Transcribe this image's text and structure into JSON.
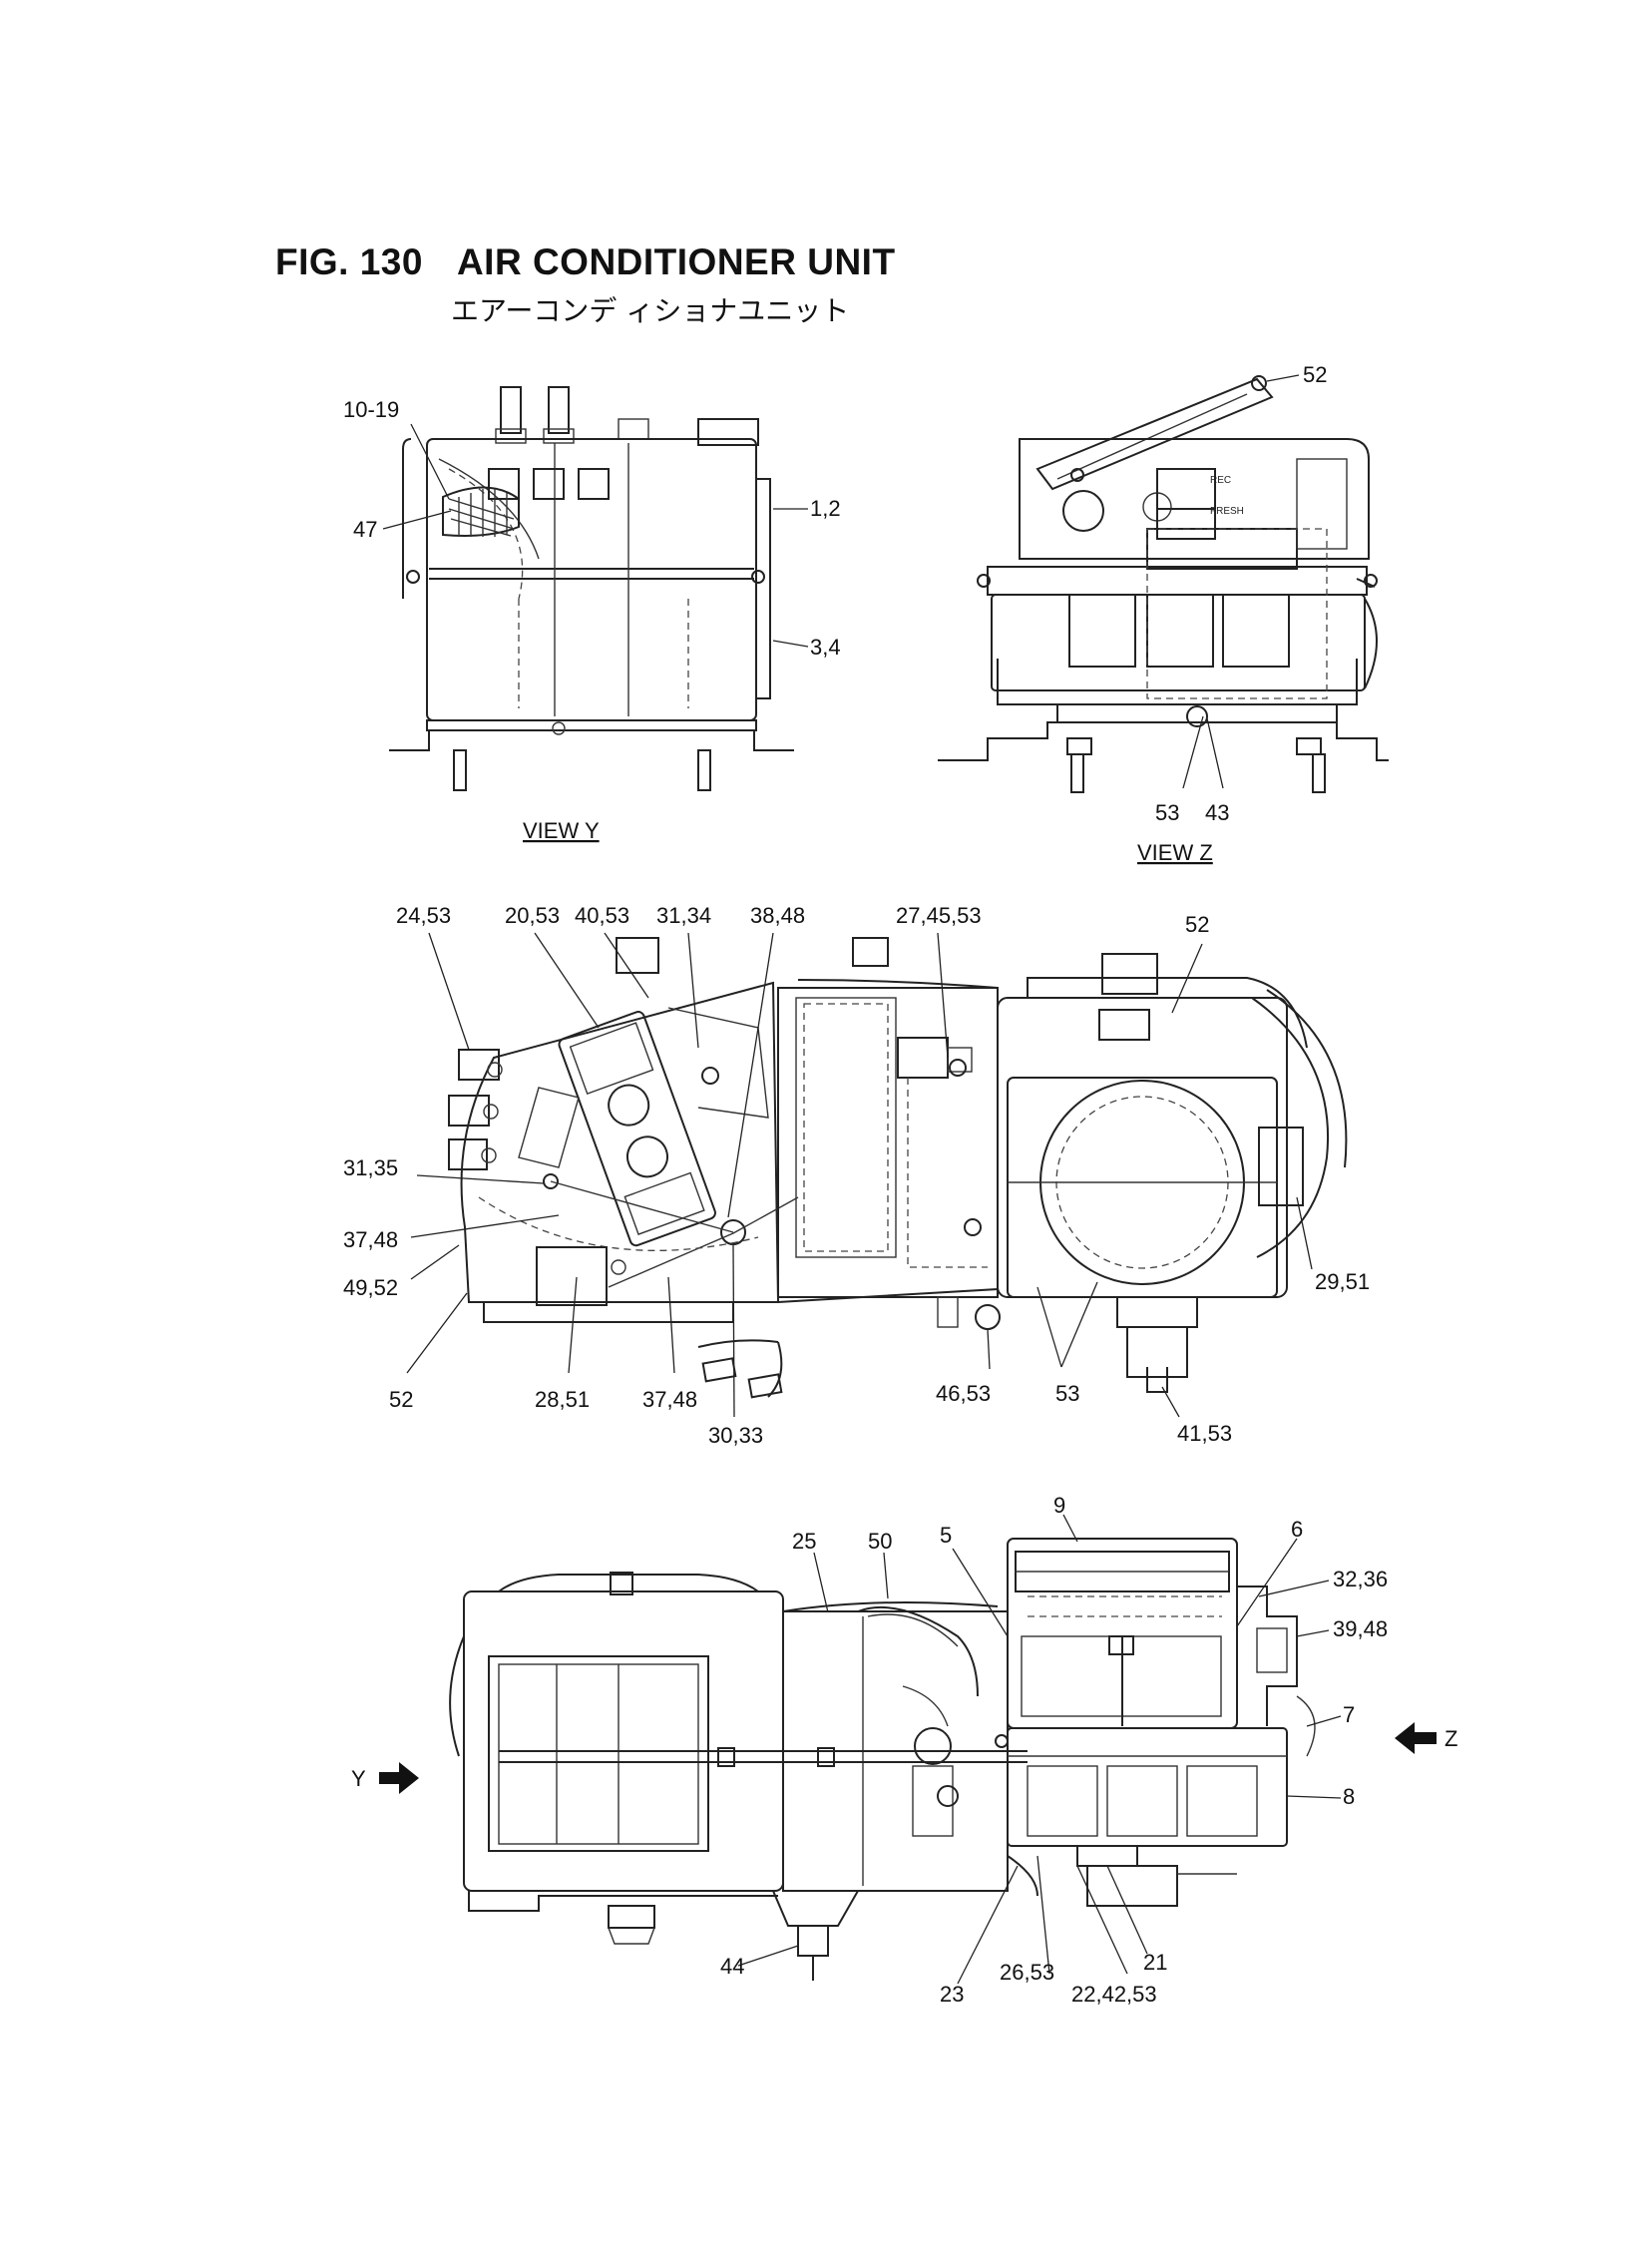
{
  "figure": {
    "number": "FIG. 130",
    "title": "AIR CONDITIONER UNIT",
    "subtitle": "エアーコンデ ィショナユニット"
  },
  "views": {
    "view_y": "VIEW Y",
    "view_z": "VIEW Z"
  },
  "view_y_callouts": [
    "10-19",
    "47",
    "1,2",
    "3,4"
  ],
  "view_z_callouts": [
    "52",
    "53",
    "43"
  ],
  "view_z_small_text": [
    "REC",
    "FRESH"
  ],
  "middle_callouts": [
    "24,53",
    "20,53",
    "40,53",
    "31,34",
    "38,48",
    "27,45,53",
    "52",
    "31,35",
    "37,48",
    "49,52",
    "52",
    "28,51",
    "37,48",
    "30,33",
    "46,53",
    "53",
    "41,53",
    "29,51"
  ],
  "bottom_callouts": [
    "9",
    "25",
    "50",
    "5",
    "6",
    "32,36",
    "39,48",
    "7",
    "8",
    "21",
    "22,42,53",
    "26,53",
    "23",
    "44"
  ],
  "direction_markers": {
    "y": "Y",
    "z": "Z"
  }
}
